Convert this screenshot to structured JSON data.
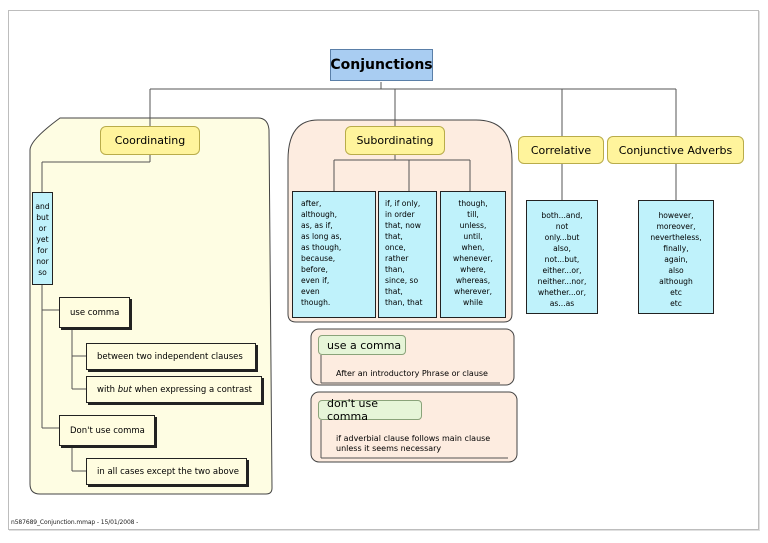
{
  "root": {
    "label": "Conjunctions"
  },
  "coordinating": {
    "label": "Coordinating",
    "words": "and\nbut\nor\nyet\nfor\nnor\nso",
    "use_comma": "use comma",
    "use_comma_items": [
      "between two independent clauses",
      "with but when expressing a contrast"
    ],
    "dont_use_comma": "Don't use comma",
    "dont_use_comma_items": [
      "in all cases except the two above"
    ]
  },
  "subordinating": {
    "label": "Subordinating",
    "groups": [
      "after,\nalthough,\nas, as if,\nas long as,\nas though,\nbecause,\nbefore,\neven if,\neven\nthough.",
      "if, if only,\nin order\nthat, now\nthat,\nonce,\nrather\nthan,\nsince, so\nthat,\nthan, that",
      "though,\ntill,\nunless,\nuntil,\nwhen,\nwhenever,\nwhere,\nwhereas,\nwherever,\nwhile"
    ],
    "use_a_comma": "use a comma",
    "use_a_comma_note": "After an introductory Phrase or clause",
    "dont_use_comma": "don't use comma",
    "dont_use_comma_note": "if adverbial clause follows main clause\nunless it seems necessary"
  },
  "correlative": {
    "label": "Correlative",
    "words": "both...and,\nnot\nonly...but\nalso,\nnot...but,\neither...or,\nneither...nor,\nwhether...or,\nas...as"
  },
  "conjunctive_adverbs": {
    "label": "Conjunctive Adverbs",
    "words": "however,\nmoreover,\nnevertheless,\nfinally,\nagain,\nalso\nalthough\netc\netc"
  },
  "footer": "n587689_Conjunction.mmap - 15/01/2008 -",
  "colors": {
    "root_fill": "#a9cdf2",
    "topic_fill": "#fff49c",
    "leaf_fill": "#bff2fb",
    "coord_panel": "#fefde3",
    "sub_panel": "#fdece0",
    "note_fill": "#e6f5d8"
  }
}
